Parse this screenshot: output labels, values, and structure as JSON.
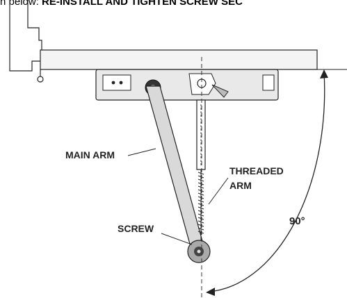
{
  "caption": {
    "lead": "n below:",
    "instruction": "RE-INSTALL AND TIGHTEN SCREW SEC"
  },
  "labels": {
    "main_arm": "MAIN ARM",
    "threaded_arm_line1": "THREADED",
    "threaded_arm_line2": "ARM",
    "screw": "SCREW",
    "angle": "90°"
  }
}
